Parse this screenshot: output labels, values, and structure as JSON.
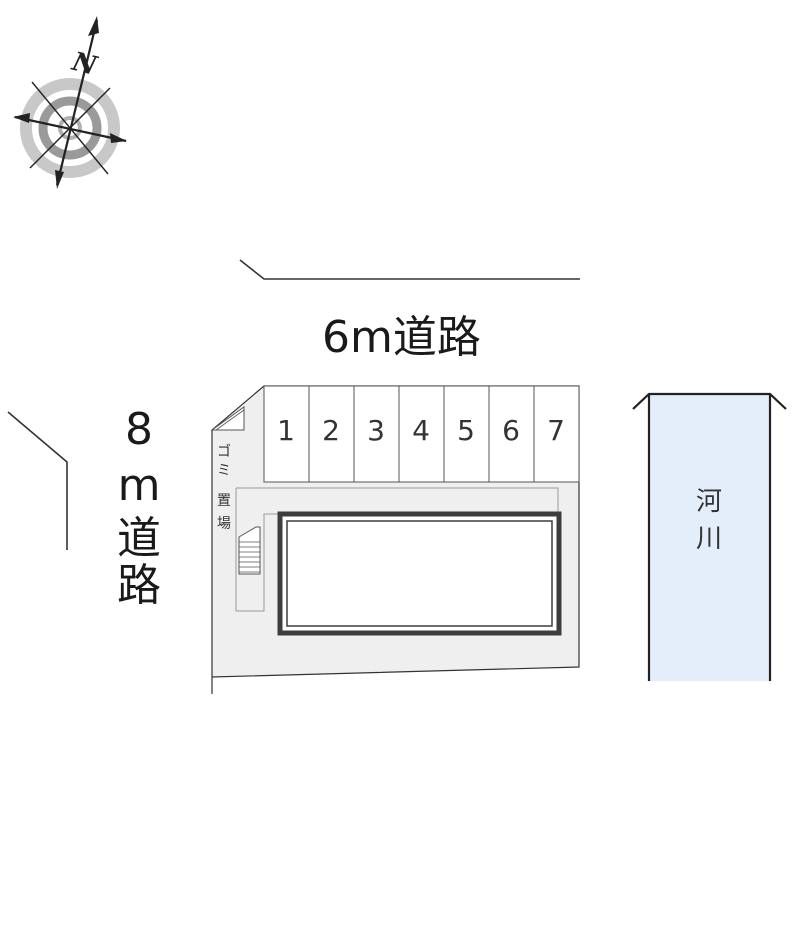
{
  "compass": {
    "north_label": "N",
    "icon": "compass-rose-icon"
  },
  "roads": {
    "top_label": "6m道路",
    "left_label_chars": [
      "8",
      "m",
      "道",
      "路"
    ]
  },
  "parking": {
    "spaces": [
      "1",
      "2",
      "3",
      "4",
      "5",
      "6",
      "7"
    ]
  },
  "garbage": {
    "label_chars": [
      "ゴ",
      "ミ",
      "置",
      "場"
    ]
  },
  "river": {
    "label_chars": [
      "河",
      "川"
    ]
  },
  "colors": {
    "lot_fill": "#efefef",
    "river_fill": "#e4eefb",
    "line": "#333333",
    "building_border": "#3d3d3d"
  }
}
